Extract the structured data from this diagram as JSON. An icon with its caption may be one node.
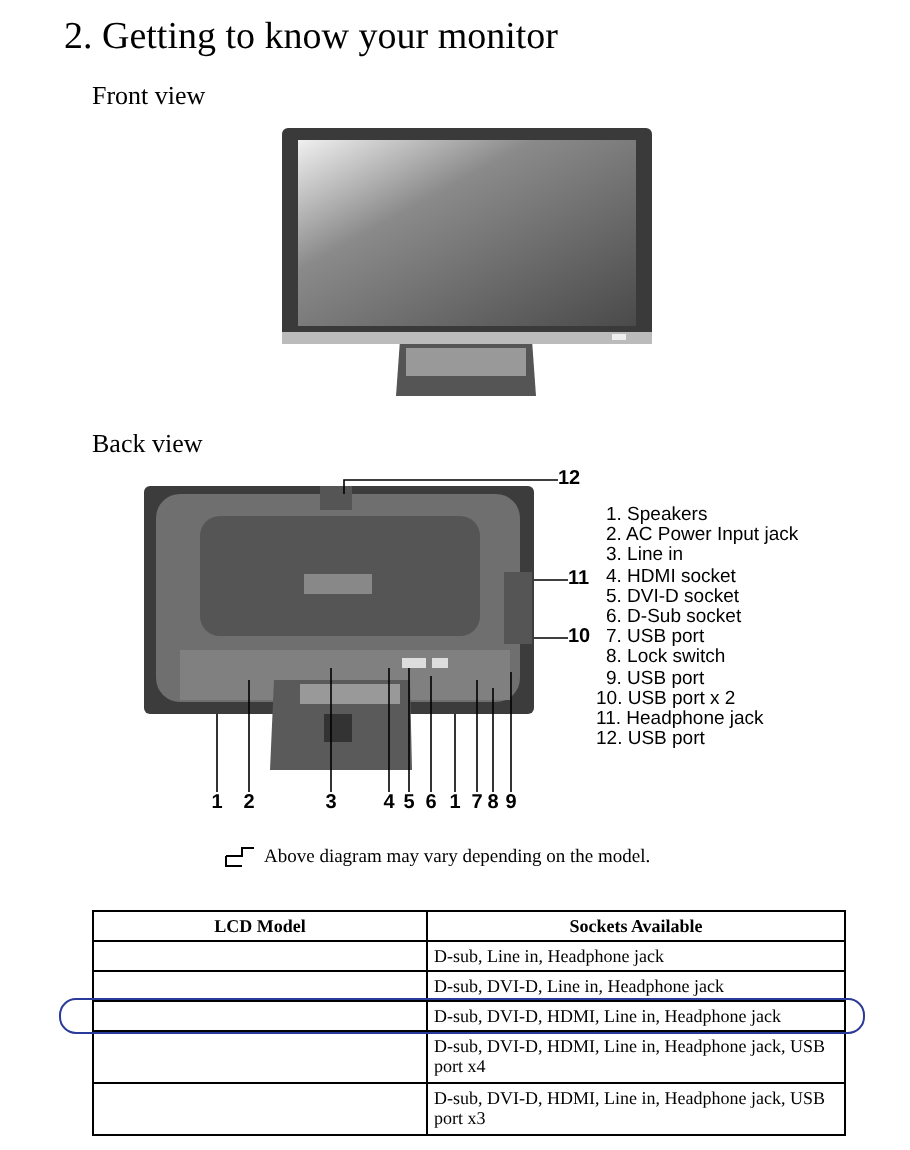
{
  "diagram": {
    "title": "2. Getting to know your monitor",
    "nodes": [
      {
        "text": [
          "12"
        ]
      },
      {
        "text": [
          "11"
        ]
      },
      {
        "text": [
          "10"
        ]
      },
      {
        "text": [
          "1"
        ]
      },
      {
        "text": [
          "2"
        ]
      },
      {
        "text": [
          "3"
        ]
      },
      {
        "text": [
          "4"
        ]
      },
      {
        "text": [
          "5"
        ]
      },
      {
        "text": [
          "6"
        ]
      },
      {
        "text": [
          "1"
        ]
      },
      {
        "text": [
          "7"
        ]
      },
      {
        "text": [
          "8"
        ]
      },
      {
        "text": [
          "9"
        ]
      },
      {
        "text": [],
        "shape": "picture"
      }
    ],
    "edges": [
      {
        "from": 0,
        "to": 13,
        "arrow": "none"
      },
      {
        "from": 1,
        "to": 13,
        "arrow": "none"
      },
      {
        "from": 2,
        "to": 13,
        "arrow": "none"
      },
      {
        "from": 3,
        "to": 13,
        "arrow": "none"
      },
      {
        "from": 4,
        "to": 13,
        "arrow": "none"
      },
      {
        "from": 5,
        "to": 13,
        "arrow": "none"
      },
      {
        "from": 6,
        "to": 13,
        "arrow": "none"
      },
      {
        "from": 7,
        "to": 13,
        "arrow": "none"
      },
      {
        "from": 8,
        "to": 13,
        "arrow": "none"
      },
      {
        "from": 9,
        "to": 13,
        "arrow": "none"
      },
      {
        "from": 10,
        "to": 13,
        "arrow": "none"
      },
      {
        "from": 11,
        "to": 13,
        "arrow": "none"
      },
      {
        "from": 12,
        "to": 13,
        "arrow": "none"
      }
    ],
    "labels": [
      "Front view",
      "Back view",
      "1. Speakers",
      "2. AC Power Input jack",
      "3. Line in",
      "4. HDMI socket",
      "5. DVI-D socket",
      "6. D-Sub socket",
      "7. USB port",
      "8. Lock switch",
      "9. USB port",
      "10. USB port x 2",
      "11. Headphone jack",
      "12. USB port",
      "Above diagram may vary depending on the model.",
      "LCD Model",
      "Sockets Available",
      "D-sub, Line in, Headphone jack",
      "D-sub, DVI-D, Line in, Headphone jack",
      "D-sub, DVI-D, HDMI, Line in, Headphone jack",
      "D-sub, DVI-D, HDMI, Line in, Headphone jack, USB port x4",
      "D-sub, DVI-D, HDMI, Line in, Headphone jack, USB port x3"
    ]
  }
}
